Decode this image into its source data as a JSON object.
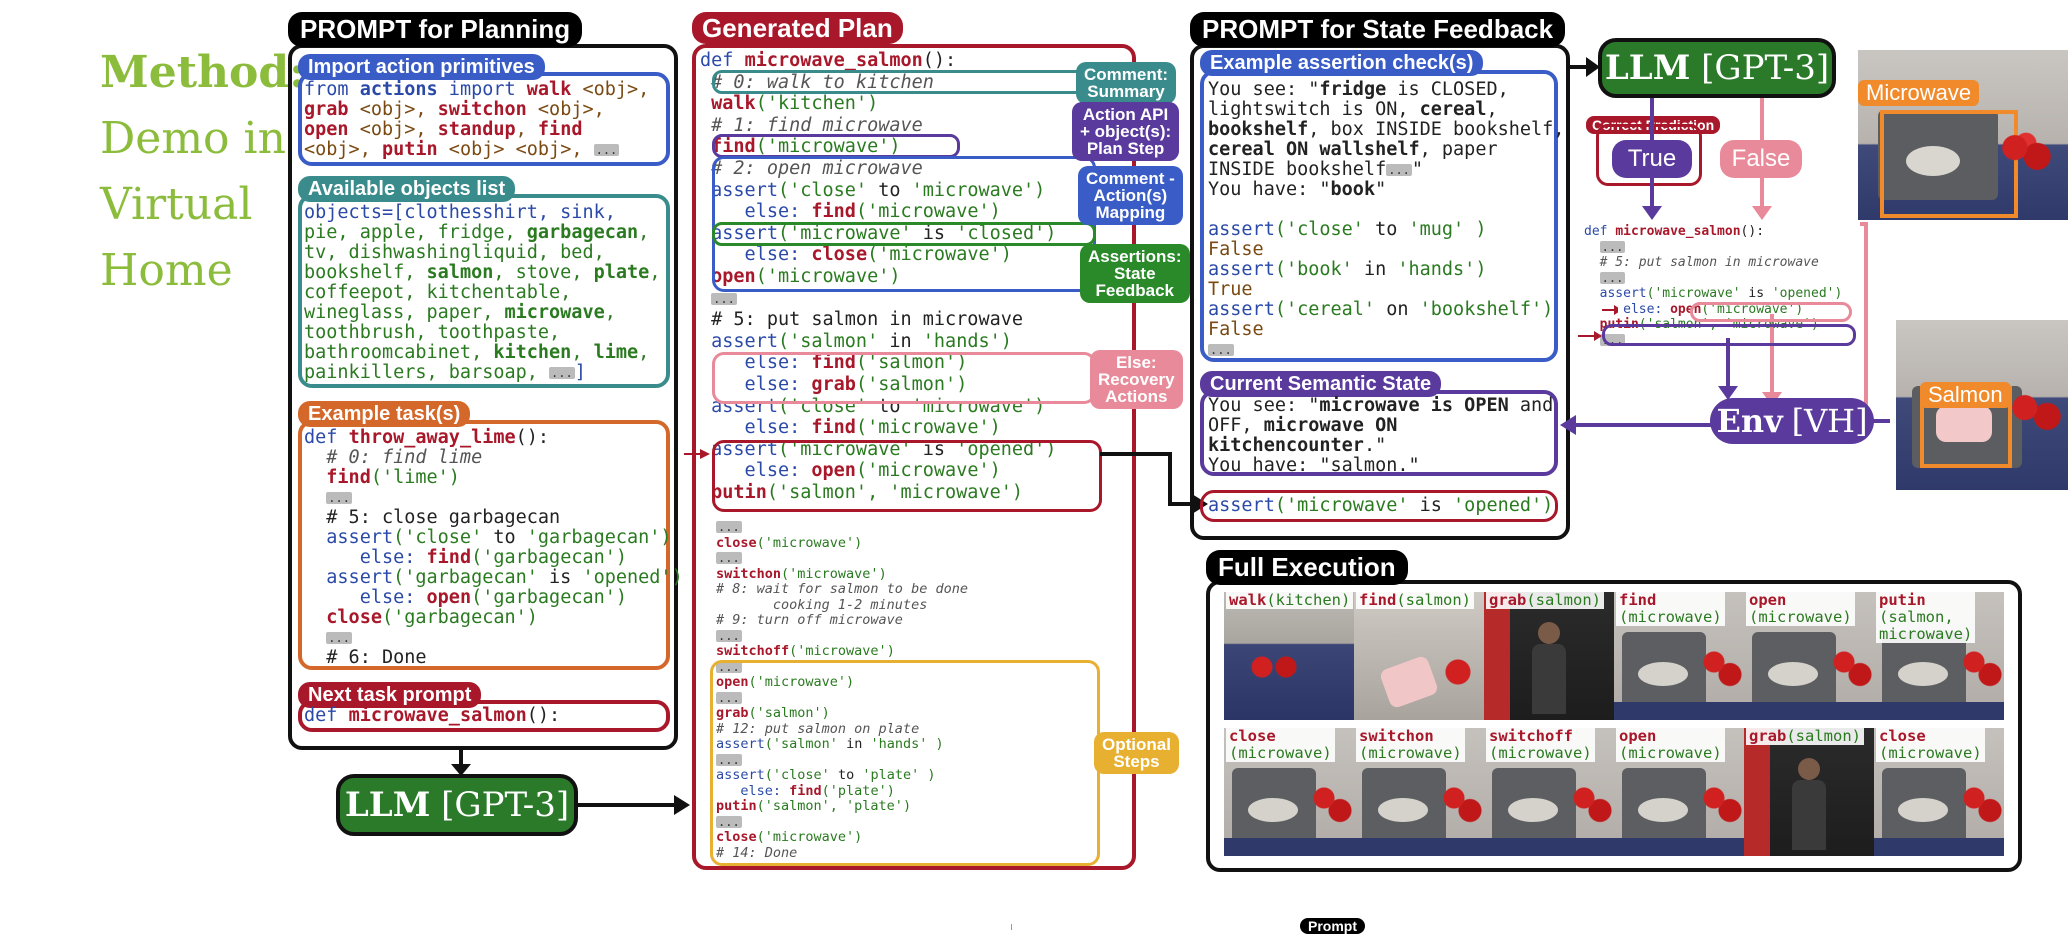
{
  "method_title": [
    "Method:",
    "Demo in",
    "Virtual",
    "Home"
  ],
  "prompt_planning": {
    "title": "PROMPT for Planning",
    "import_tag": "Import action primitives",
    "import_lines": [
      [
        [
          "from ",
          "blue"
        ],
        [
          "actions",
          "blue-bold"
        ],
        [
          " import ",
          "blue"
        ],
        [
          "walk",
          "red"
        ],
        [
          " <obj>,",
          "brown"
        ]
      ],
      [
        [
          "grab",
          "red"
        ],
        [
          " <obj>, ",
          "brown"
        ],
        [
          "switchon",
          "red"
        ],
        [
          " <obj>,",
          "brown"
        ]
      ],
      [
        [
          "open",
          "red"
        ],
        [
          " <obj>, ",
          "brown"
        ],
        [
          "standup",
          "red"
        ],
        [
          ", ",
          "brown"
        ],
        [
          "find",
          "red"
        ]
      ],
      [
        [
          "<obj>, ",
          "brown"
        ],
        [
          "putin",
          "red"
        ],
        [
          " <obj> <obj>, ",
          "brown"
        ],
        [
          "...",
          "dots"
        ]
      ]
    ],
    "objects_tag": "Available objects list",
    "objects_lines": [
      [
        [
          "objects=[clothesshirt, sink,",
          "blue"
        ]
      ],
      [
        [
          "pie, apple, fridge, ",
          "green"
        ],
        [
          "garbagecan",
          "green-bold"
        ],
        [
          ",",
          "green"
        ]
      ],
      [
        [
          "tv, dishwashingliquid, bed,",
          "green"
        ]
      ],
      [
        [
          "bookshelf, ",
          "green"
        ],
        [
          "salmon",
          "green-bold"
        ],
        [
          ", stove, ",
          "green"
        ],
        [
          "plate",
          "green-bold"
        ],
        [
          ",",
          "green"
        ]
      ],
      [
        [
          "coffeepot, kitchentable,",
          "green"
        ]
      ],
      [
        [
          "wineglass, paper, ",
          "green"
        ],
        [
          "microwave",
          "green-bold"
        ],
        [
          ",",
          "green"
        ]
      ],
      [
        [
          "toothbrush, toothpaste,",
          "green"
        ]
      ],
      [
        [
          "bathroomcabinet, ",
          "green"
        ],
        [
          "kitchen",
          "green-bold"
        ],
        [
          ", ",
          "green"
        ],
        [
          "lime",
          "green-bold"
        ],
        [
          ",",
          "green"
        ]
      ],
      [
        [
          "painkillers, barsoap, ",
          "green"
        ],
        [
          "...",
          "dots"
        ],
        [
          "]",
          "blue"
        ]
      ]
    ],
    "example_tag": "Example task(s)",
    "example_lines": [
      [
        [
          "def ",
          "blue"
        ],
        [
          "throw_away_lime",
          "red"
        ],
        [
          "():",
          "plain"
        ]
      ],
      [
        [
          "  # 0: ",
          "gray"
        ],
        [
          "find lime",
          "gray"
        ]
      ],
      [
        [
          "  find",
          "red"
        ],
        [
          "('lime')",
          "green"
        ]
      ],
      [
        [
          "  ",
          "plain"
        ],
        [
          "...",
          "dots"
        ]
      ],
      [
        [
          "  # 5: close garbagecan",
          "plain"
        ]
      ],
      [
        [
          "  assert",
          "blue"
        ],
        [
          "('close' ",
          "green"
        ],
        [
          "to",
          "plain"
        ],
        [
          " 'garbagecan')",
          "green"
        ]
      ],
      [
        [
          "     else: ",
          "blue"
        ],
        [
          "find",
          "red"
        ],
        [
          "('garbagecan')",
          "green"
        ]
      ],
      [
        [
          "  assert",
          "blue"
        ],
        [
          "('garbagecan' ",
          "green"
        ],
        [
          "is",
          "plain"
        ],
        [
          " 'opened')",
          "green"
        ]
      ],
      [
        [
          "     else: ",
          "blue"
        ],
        [
          "open",
          "red"
        ],
        [
          "('garbagecan')",
          "green"
        ]
      ],
      [
        [
          "  close",
          "red"
        ],
        [
          "('garbagecan')",
          "green"
        ]
      ],
      [
        [
          "  ",
          "plain"
        ],
        [
          "...",
          "dots"
        ]
      ],
      [
        [
          "  # 6: Done",
          "plain"
        ]
      ]
    ],
    "next_tag": "Next task prompt",
    "next_line": [
      [
        "def ",
        "blue"
      ],
      [
        "microwave_salmon",
        "red"
      ],
      [
        "():",
        "plain"
      ]
    ]
  },
  "llm_left": {
    "main": "LLM",
    "bracket": "[GPT-3]"
  },
  "generated_plan": {
    "title": "Generated Plan",
    "lines_big": [
      [
        [
          "def ",
          "blue"
        ],
        [
          "microwave_salmon",
          "red"
        ],
        [
          "():",
          "plain"
        ]
      ],
      [
        [
          " # 0: walk to kitchen",
          "gray"
        ]
      ],
      [
        [
          " walk",
          "red"
        ],
        [
          "('kitchen')",
          "green"
        ]
      ],
      [
        [
          " # 1: find microwave",
          "gray"
        ]
      ],
      [
        [
          " find",
          "red"
        ],
        [
          "('microwave')",
          "green"
        ]
      ],
      [
        [
          " # 2: open microwave",
          "gray"
        ]
      ],
      [
        [
          " assert",
          "blue"
        ],
        [
          "('close' ",
          "green"
        ],
        [
          "to",
          "plain"
        ],
        [
          " 'microwave')",
          "green"
        ]
      ],
      [
        [
          "    else: ",
          "blue"
        ],
        [
          "find",
          "red"
        ],
        [
          "('microwave')",
          "green"
        ]
      ],
      [
        [
          " assert",
          "blue"
        ],
        [
          "('microwave' ",
          "green"
        ],
        [
          "is",
          "plain"
        ],
        [
          " 'closed')",
          "green"
        ]
      ],
      [
        [
          "    else: ",
          "blue"
        ],
        [
          "close",
          "red"
        ],
        [
          "('microwave')",
          "green"
        ]
      ],
      [
        [
          " open",
          "red"
        ],
        [
          "('microwave')",
          "green"
        ]
      ],
      [
        [
          " ",
          "plain"
        ],
        [
          "...",
          "dots"
        ]
      ],
      [
        [
          " # 5: put salmon in microwave",
          "plain"
        ]
      ],
      [
        [
          " assert",
          "blue"
        ],
        [
          "('salmon' ",
          "green"
        ],
        [
          "in",
          "plain"
        ],
        [
          " 'hands')",
          "green"
        ]
      ],
      [
        [
          "    else: ",
          "blue"
        ],
        [
          "find",
          "red"
        ],
        [
          "('salmon')",
          "green"
        ]
      ],
      [
        [
          "    else: ",
          "blue"
        ],
        [
          "grab",
          "red"
        ],
        [
          "('salmon')",
          "green"
        ]
      ],
      [
        [
          " assert",
          "blue"
        ],
        [
          "('close' ",
          "green"
        ],
        [
          "to",
          "plain"
        ],
        [
          " 'microwave')",
          "green"
        ]
      ],
      [
        [
          "    else: ",
          "blue"
        ],
        [
          "find",
          "red"
        ],
        [
          "('microwave')",
          "green"
        ]
      ],
      [
        [
          " assert",
          "blue"
        ],
        [
          "('microwave' ",
          "green"
        ],
        [
          "is",
          "plain"
        ],
        [
          " 'opened')",
          "green"
        ]
      ],
      [
        [
          "    else: ",
          "blue"
        ],
        [
          "open",
          "red"
        ],
        [
          "('microwave')",
          "green"
        ]
      ],
      [
        [
          " putin",
          "red"
        ],
        [
          "('salmon', 'microwave')",
          "green"
        ]
      ]
    ],
    "lines_small": [
      [
        [
          "...",
          "dots"
        ]
      ],
      [
        [
          "close",
          "red"
        ],
        [
          "('microwave')",
          "green"
        ]
      ],
      [
        [
          "...",
          "dots"
        ]
      ],
      [
        [
          "switchon",
          "red"
        ],
        [
          "('microwave')",
          "green"
        ]
      ],
      [
        [
          "# 8: wait for salmon to be done",
          "gray"
        ]
      ],
      [
        [
          "       cooking 1-2 minutes",
          "gray"
        ]
      ],
      [
        [
          "# 9: turn off microwave",
          "gray"
        ]
      ],
      [
        [
          "...",
          "dots"
        ]
      ],
      [
        [
          "switchoff",
          "red"
        ],
        [
          "('microwave')",
          "green"
        ]
      ],
      [
        [
          "...",
          "dots"
        ]
      ],
      [
        [
          "open",
          "red"
        ],
        [
          "('microwave')",
          "green"
        ]
      ],
      [
        [
          "...",
          "dots"
        ]
      ],
      [
        [
          "grab",
          "red"
        ],
        [
          "('salmon')",
          "green"
        ]
      ],
      [
        [
          "# 12: put salmon on plate",
          "gray"
        ]
      ],
      [
        [
          "assert",
          "blue"
        ],
        [
          "('salmon' ",
          "green"
        ],
        [
          "in",
          "plain"
        ],
        [
          " 'hands' )",
          "green"
        ]
      ],
      [
        [
          "...",
          "dots"
        ]
      ],
      [
        [
          "assert",
          "blue"
        ],
        [
          "('close' ",
          "green"
        ],
        [
          "to",
          "plain"
        ],
        [
          " 'plate' )",
          "green"
        ]
      ],
      [
        [
          "   else: ",
          "blue"
        ],
        [
          "find",
          "red"
        ],
        [
          "('plate')",
          "green"
        ]
      ],
      [
        [
          "putin",
          "red"
        ],
        [
          "('salmon', 'plate')",
          "green"
        ]
      ],
      [
        [
          "...",
          "dots"
        ]
      ],
      [
        [
          "close",
          "red"
        ],
        [
          "('microwave')",
          "green"
        ]
      ],
      [
        [
          "# 14: Done",
          "gray"
        ]
      ]
    ],
    "labels": {
      "comment_summary": "Comment:\nSummary",
      "action_api": "Action API\n+ object(s):\nPlan Step",
      "comment_mapping": "Comment -\nAction(s)\nMapping",
      "assertions": "Assertions:\nState\nFeedback",
      "else_recovery": "Else:\nRecovery\nActions",
      "optional": "Optional\nSteps"
    }
  },
  "prompt_state": {
    "title": "PROMPT for State Feedback",
    "example_tag": "Example assertion check(s)",
    "example_lines": [
      [
        [
          "You see: \"",
          "plain"
        ],
        [
          "fridge",
          "bold"
        ],
        [
          " is CLOSED,",
          "plain"
        ]
      ],
      [
        [
          "lightswitch is ON, ",
          "plain"
        ],
        [
          "cereal",
          "bold"
        ],
        [
          ",",
          "plain"
        ]
      ],
      [
        [
          "bookshelf",
          "bold"
        ],
        [
          ", box INSIDE bookshelf,",
          "plain"
        ]
      ],
      [
        [
          "cereal ON wallshelf",
          "bold"
        ],
        [
          ", paper",
          "plain"
        ]
      ],
      [
        [
          "INSIDE bookshelf",
          "plain"
        ],
        [
          "...",
          "dots"
        ],
        [
          "\"",
          "plain"
        ]
      ],
      [
        [
          "You have: \"",
          "plain"
        ],
        [
          "book",
          "bold"
        ],
        [
          "\"",
          "plain"
        ]
      ],
      [
        [
          "",
          "plain"
        ]
      ],
      [
        [
          "assert",
          "blue"
        ],
        [
          "('close' ",
          "green"
        ],
        [
          "to",
          "plain"
        ],
        [
          " 'mug' )",
          "green"
        ]
      ],
      [
        [
          "False",
          "brown"
        ]
      ],
      [
        [
          "assert",
          "blue"
        ],
        [
          "('book' ",
          "green"
        ],
        [
          "in",
          "plain"
        ],
        [
          " 'hands')",
          "green"
        ]
      ],
      [
        [
          "True",
          "brown"
        ]
      ],
      [
        [
          "assert",
          "blue"
        ],
        [
          "('cereal' ",
          "green"
        ],
        [
          "on",
          "plain"
        ],
        [
          " 'bookshelf')",
          "green"
        ]
      ],
      [
        [
          "False",
          "brown"
        ]
      ],
      [
        [
          "...",
          "dots"
        ]
      ]
    ],
    "current_tag": "Current Semantic State",
    "current_lines": [
      [
        [
          "You see: \"",
          "plain"
        ],
        [
          "microwave is OPEN",
          "bold"
        ],
        [
          " and",
          "plain"
        ]
      ],
      [
        [
          "OFF, ",
          "plain"
        ],
        [
          "microwave ON",
          "bold"
        ]
      ],
      [
        [
          "kitchencounter",
          "bold"
        ],
        [
          ".\"",
          "plain"
        ]
      ],
      [
        [
          "You have: \"salmon.\"",
          "plain"
        ]
      ]
    ],
    "query_line": [
      [
        "assert",
        "blue"
      ],
      [
        "('microwave' ",
        "green"
      ],
      [
        "is",
        "plain"
      ],
      [
        " 'opened')",
        "green"
      ]
    ]
  },
  "llm_right": {
    "main": "LLM",
    "bracket": "[GPT-3]"
  },
  "feedback": {
    "correct_tag": "Correct Prediction",
    "true_label": "True",
    "false_label": "False",
    "code_lines": [
      [
        [
          "def ",
          "blue"
        ],
        [
          "microwave_salmon",
          "red"
        ],
        [
          "():",
          "plain"
        ]
      ],
      [
        [
          "  ",
          "plain"
        ],
        [
          "...",
          "dots"
        ]
      ],
      [
        [
          "  # 5: put salmon in microwave",
          "gray"
        ]
      ],
      [
        [
          "  ",
          "plain"
        ],
        [
          "...",
          "dots"
        ]
      ],
      [
        [
          "  assert",
          "blue"
        ],
        [
          "('microwave' ",
          "green"
        ],
        [
          "is",
          "plain"
        ],
        [
          " 'opened')",
          "green"
        ]
      ],
      [
        [
          "     else: ",
          "blue"
        ],
        [
          "open",
          "red"
        ],
        [
          "('microwave')",
          "green"
        ]
      ],
      [
        [
          "  putin",
          "red"
        ],
        [
          "('salmon', 'microwave')",
          "green"
        ]
      ],
      [
        [
          "  ",
          "plain"
        ],
        [
          "...",
          "dots"
        ]
      ]
    ],
    "env_main": "Env",
    "env_bracket": "[VH]",
    "microwave_label": "Microwave",
    "salmon_label": "Salmon"
  },
  "full_execution": {
    "title": "Full Execution",
    "row1": [
      {
        "action": "walk",
        "arg": "(kitchen)",
        "scene": "kitchen"
      },
      {
        "action": "find",
        "arg": "(salmon)",
        "scene": "salmon"
      },
      {
        "action": "grab",
        "arg": "(salmon)",
        "scene": "person"
      },
      {
        "action": "find",
        "arg": "(microwave)",
        "scene": "microwave"
      },
      {
        "action": "open",
        "arg": "(microwave)",
        "scene": "microwave"
      },
      {
        "action": "putin",
        "arg": "(salmon,\nmicrowave)",
        "scene": "microwave"
      }
    ],
    "row2": [
      {
        "action": "close",
        "arg": "(microwave)",
        "scene": "microwave"
      },
      {
        "action": "switchon",
        "arg": "(microwave)",
        "scene": "microwave"
      },
      {
        "action": "switchoff",
        "arg": "(microwave)",
        "scene": "microwave"
      },
      {
        "action": "open",
        "arg": "(microwave)",
        "scene": "microwave"
      },
      {
        "action": "grab",
        "arg": "(salmon)",
        "scene": "person"
      },
      {
        "action": "close",
        "arg": "(microwave)",
        "scene": "microwave"
      }
    ]
  },
  "footer_tag": "Prompt",
  "colors": {
    "green_title": "#8cbc3c",
    "blue": "#3a5cc6",
    "teal": "#3a8c8c",
    "orange": "#d4682a",
    "crimson": "#a8182a",
    "purple": "#5a3a9c",
    "green": "#2a8a2a",
    "pink": "#e88a9a",
    "yellow": "#e8b030",
    "llm_green": "#2a7a2a"
  }
}
